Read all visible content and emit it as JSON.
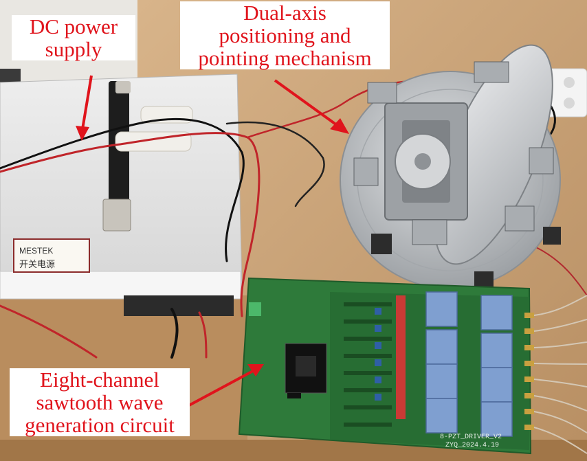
{
  "labels": {
    "dc_power_supply": [
      "DC power",
      "supply"
    ],
    "dual_axis": [
      "Dual-axis",
      "positioning and",
      "pointing mechanism"
    ],
    "eight_channel": [
      "Eight-channel",
      "sawtooth wave",
      "generation circuit"
    ]
  },
  "device_text": {
    "supply_tag": [
      "MESTEK",
      "开关电源"
    ],
    "board_name": "8-PZT_DRIVER_V2",
    "board_date": "ZYQ_2024.4.19"
  },
  "colors": {
    "label_text": "#e0141c",
    "arrow": "#e0141c",
    "desk": "#c9a57a",
    "pcb": "#2e7a3a",
    "aluminum": "#b9bcc0",
    "heatsink": "#7f9fd0"
  }
}
